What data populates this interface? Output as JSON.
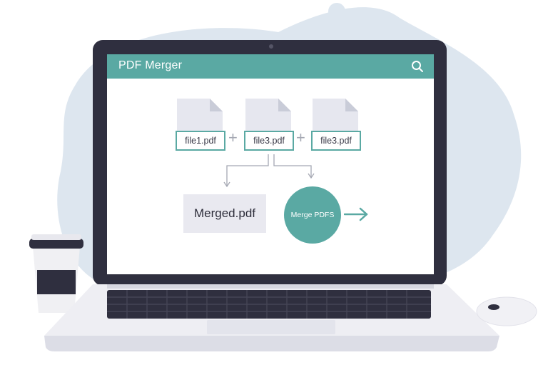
{
  "app": {
    "title": "PDF Merger"
  },
  "toolbar": {
    "search_icon": "search-icon"
  },
  "files": [
    {
      "label": "file1.pdf"
    },
    {
      "label": "file3.pdf"
    },
    {
      "label": "file3.pdf"
    }
  ],
  "operators": {
    "plus": "+"
  },
  "output": {
    "merged_label": "Merged.pdf",
    "merge_button_label": "Merge PDFS"
  },
  "colors": {
    "accent": "#5aa9a3",
    "frame": "#2f2f3f",
    "background_blob": "#dde6ef"
  }
}
